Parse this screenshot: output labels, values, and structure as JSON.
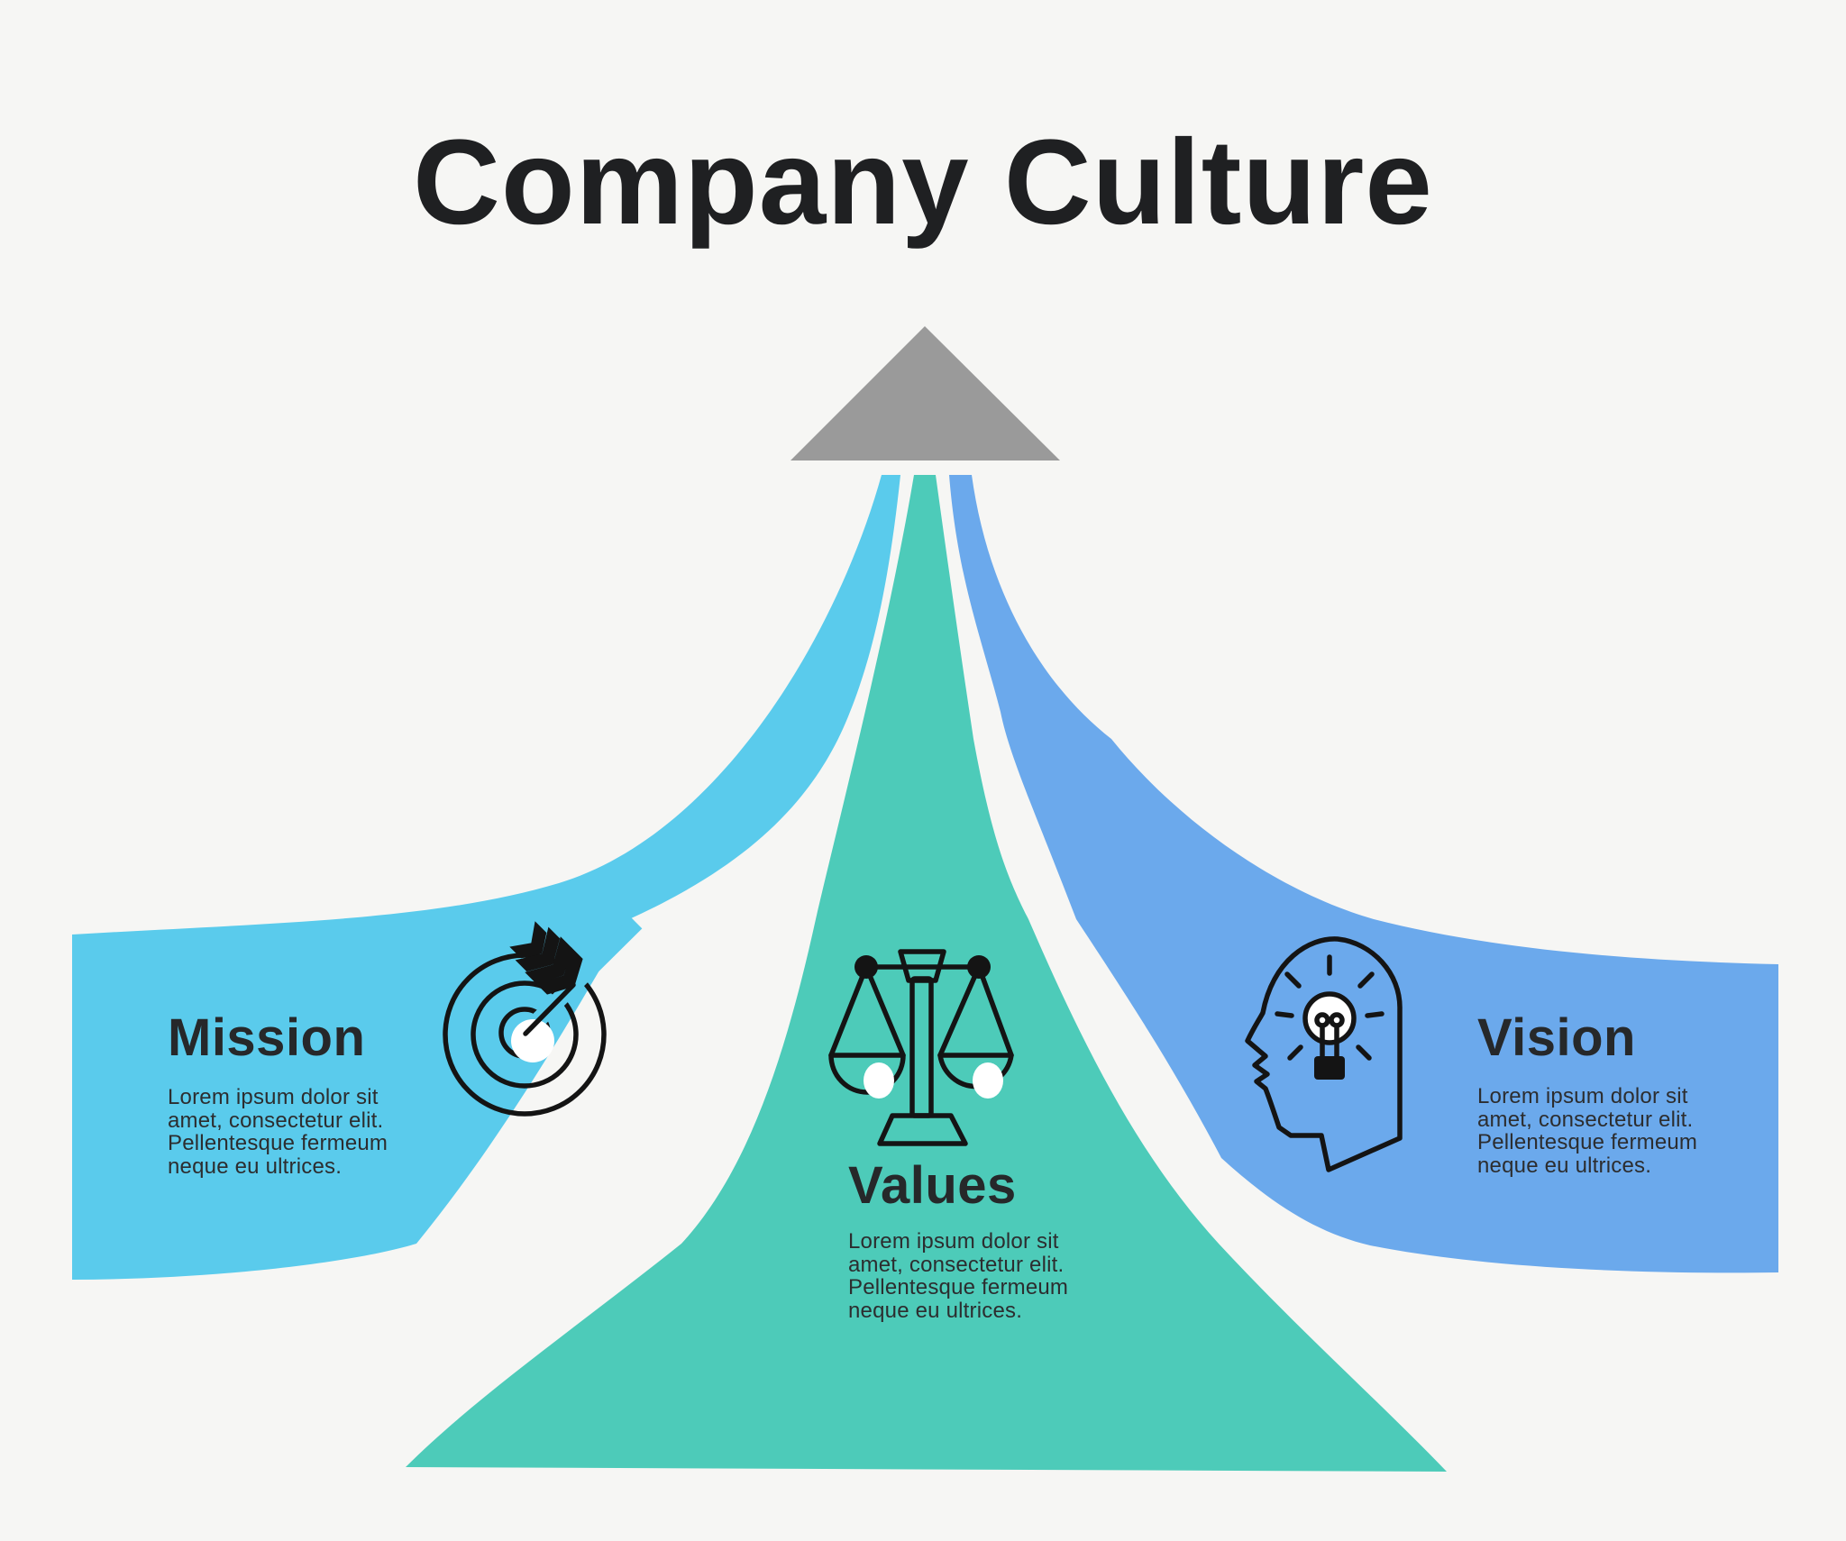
{
  "page": {
    "title": "Company Culture",
    "background": "#f6f6f4"
  },
  "arrow": {
    "name": "upward-arrow-triangle",
    "color": "#9a9a9a"
  },
  "sections": [
    {
      "id": "mission",
      "label": "Mission",
      "color": "#5acbec",
      "icon": "target-arrow-icon",
      "body": [
        "Lorem ipsum dolor sit",
        "amet, consectetur elit.",
        "Pellentesque fermeum",
        "neque eu ultrices."
      ]
    },
    {
      "id": "values",
      "label": "Values",
      "color": "#4dcbb9",
      "icon": "balance-scales-icon",
      "body": [
        "Lorem ipsum dolor sit",
        "amet, consectetur elit.",
        "Pellentesque fermeum",
        "neque eu ultrices."
      ]
    },
    {
      "id": "vision",
      "label": "Vision",
      "color": "#6ba9ec",
      "icon": "head-lightbulb-icon",
      "body": [
        "Lorem ipsum dolor sit",
        "amet, consectetur elit.",
        "Pellentesque fermeum",
        "neque eu ultrices."
      ]
    }
  ]
}
